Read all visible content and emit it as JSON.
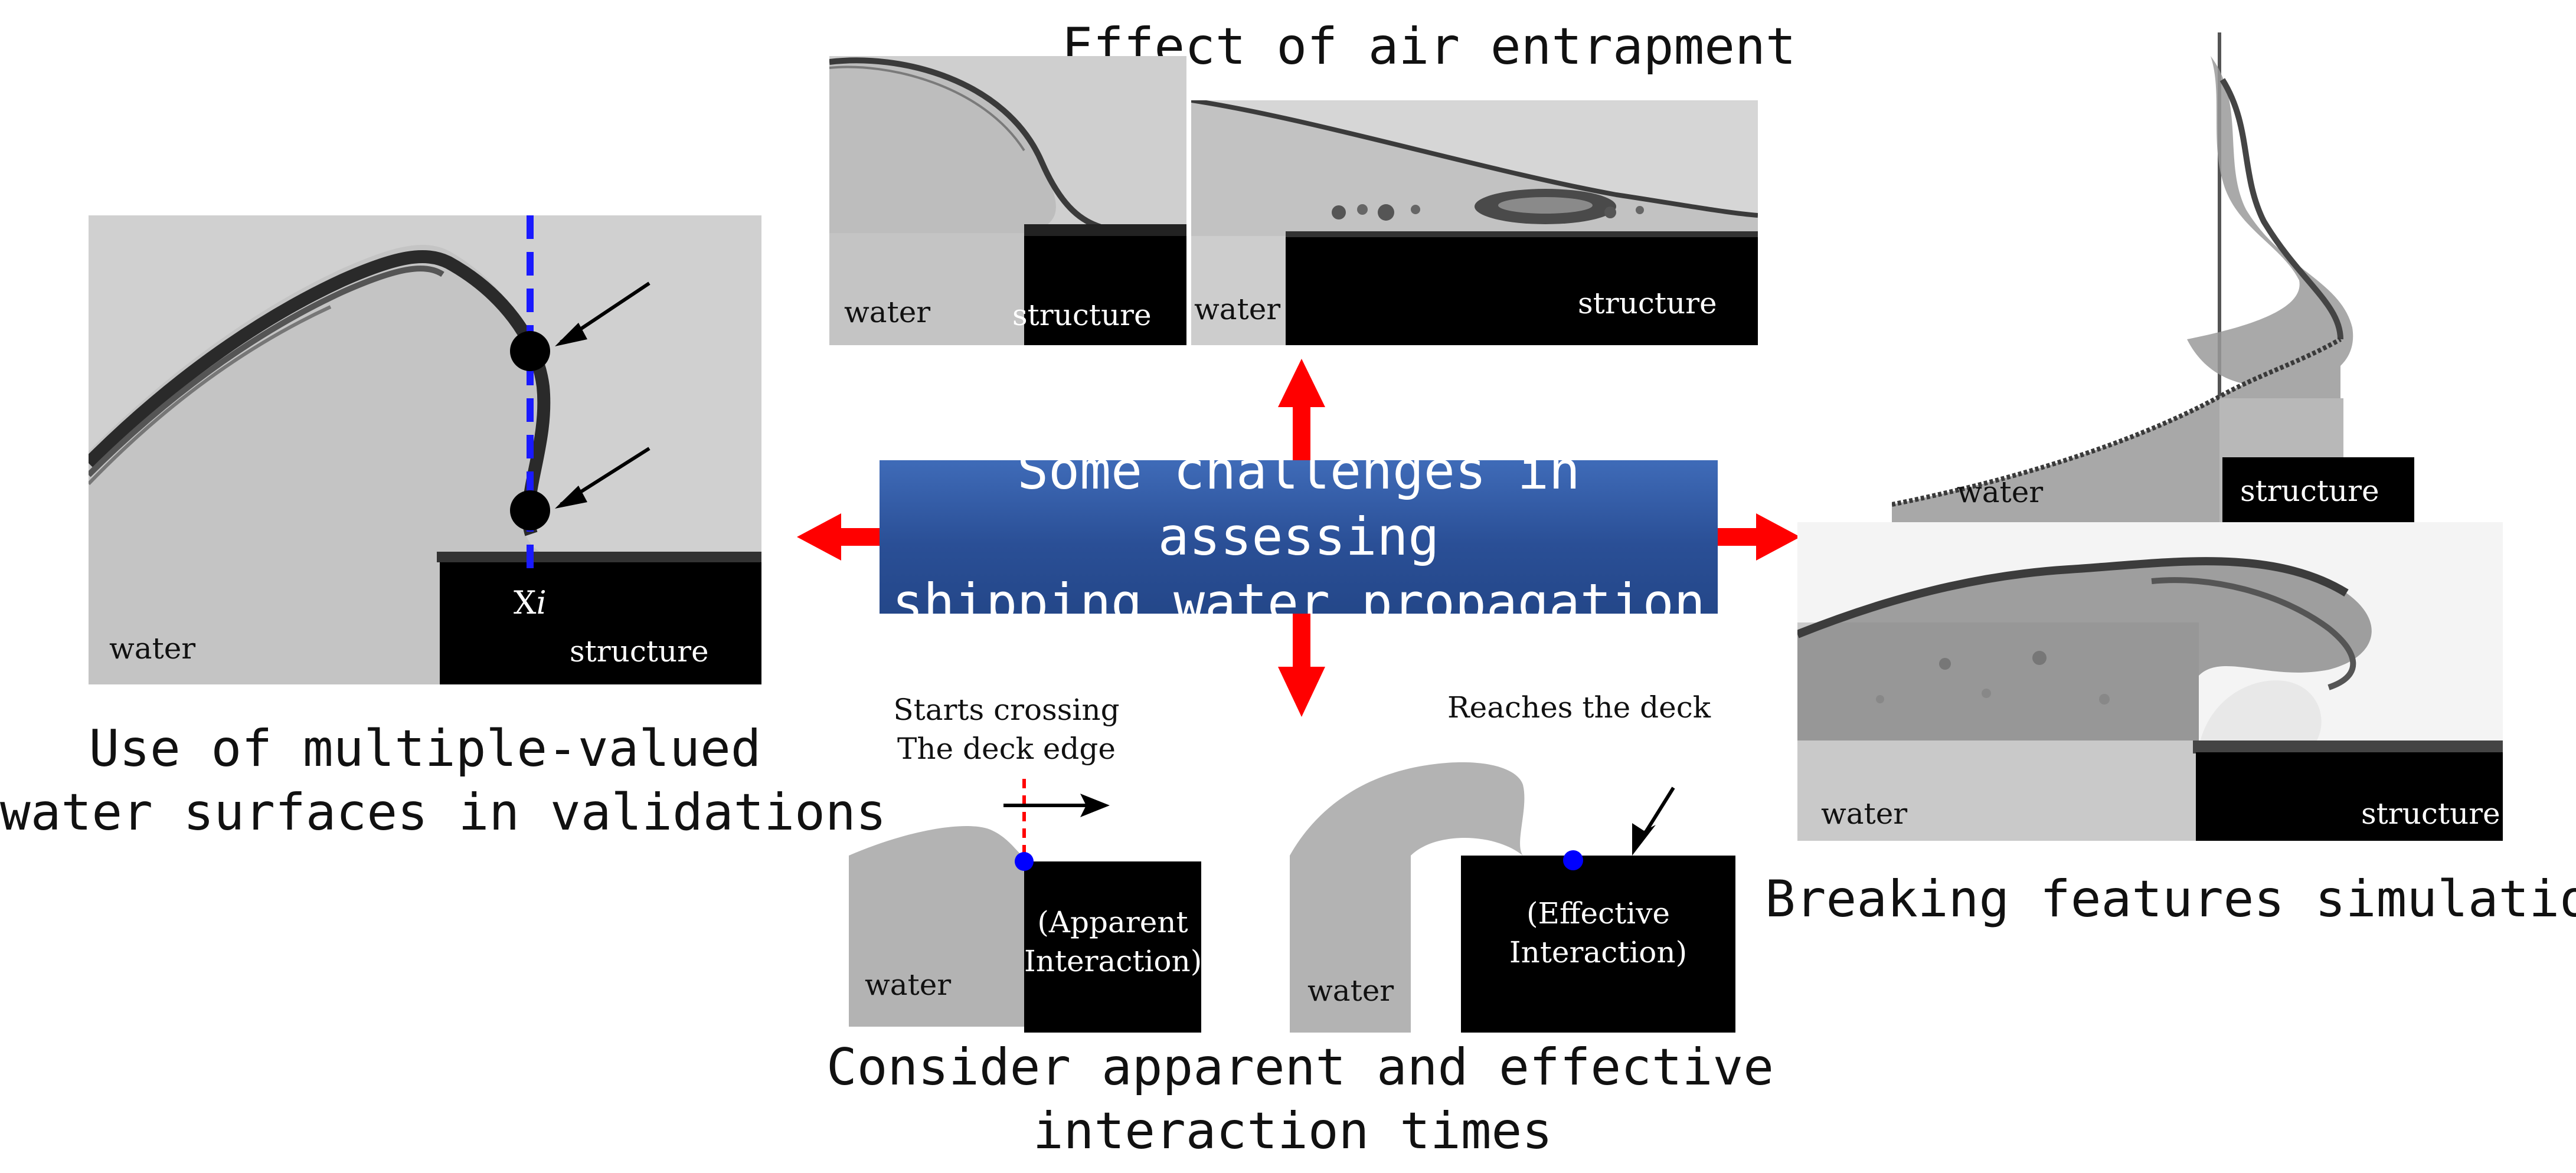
{
  "central": {
    "line1": "Some challenges in assessing",
    "line2": "shipping water propagation"
  },
  "top": {
    "title": "Effect of air entrapment",
    "left_panel": {
      "water": "water",
      "structure": "structure"
    },
    "right_panel": {
      "water": "water",
      "structure": "structure"
    }
  },
  "left": {
    "panel": {
      "water": "water",
      "structure": "structure",
      "point_label": "X",
      "point_label_sub": "i"
    },
    "caption_line1": "Use of multiple-valued",
    "caption_line2": "water surfaces in validations"
  },
  "right": {
    "top_panel": {
      "water": "water",
      "structure": "structure"
    },
    "bottom_panel": {
      "water": "water",
      "structure": "structure"
    },
    "caption": "Breaking features simulation"
  },
  "bottom": {
    "left_note_line1": "Starts crossing",
    "left_note_line2": "The deck edge",
    "right_note": "Reaches the deck",
    "apparent_line1": "(Apparent",
    "apparent_line2": "Interaction)",
    "effective_line1": "(Effective",
    "effective_line2": "Interaction)",
    "water_left": "water",
    "water_right": "water",
    "caption_line1": "Consider apparent and effective",
    "caption_line2": "interaction times"
  },
  "colors": {
    "arrow": "#ff0000",
    "central_bg": "#2e56a0",
    "marker_blue": "#0000ff",
    "dash_red": "#ff0000",
    "dash_blue": "#1a1aff"
  }
}
